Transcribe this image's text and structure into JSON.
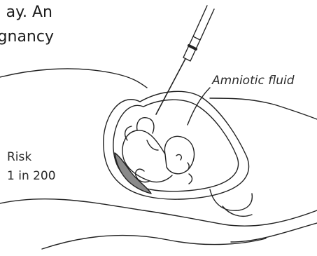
{
  "heading_fragment": {
    "line1": "ay. An",
    "line2": "gnancy"
  },
  "labels": {
    "amniotic_fluid": "Amniotic fluid",
    "risk_line1": "Risk",
    "risk_line2": "1 in 200"
  },
  "colors": {
    "line": "#222222",
    "placenta_fill": "#8a8a8a",
    "background": "#ffffff"
  }
}
